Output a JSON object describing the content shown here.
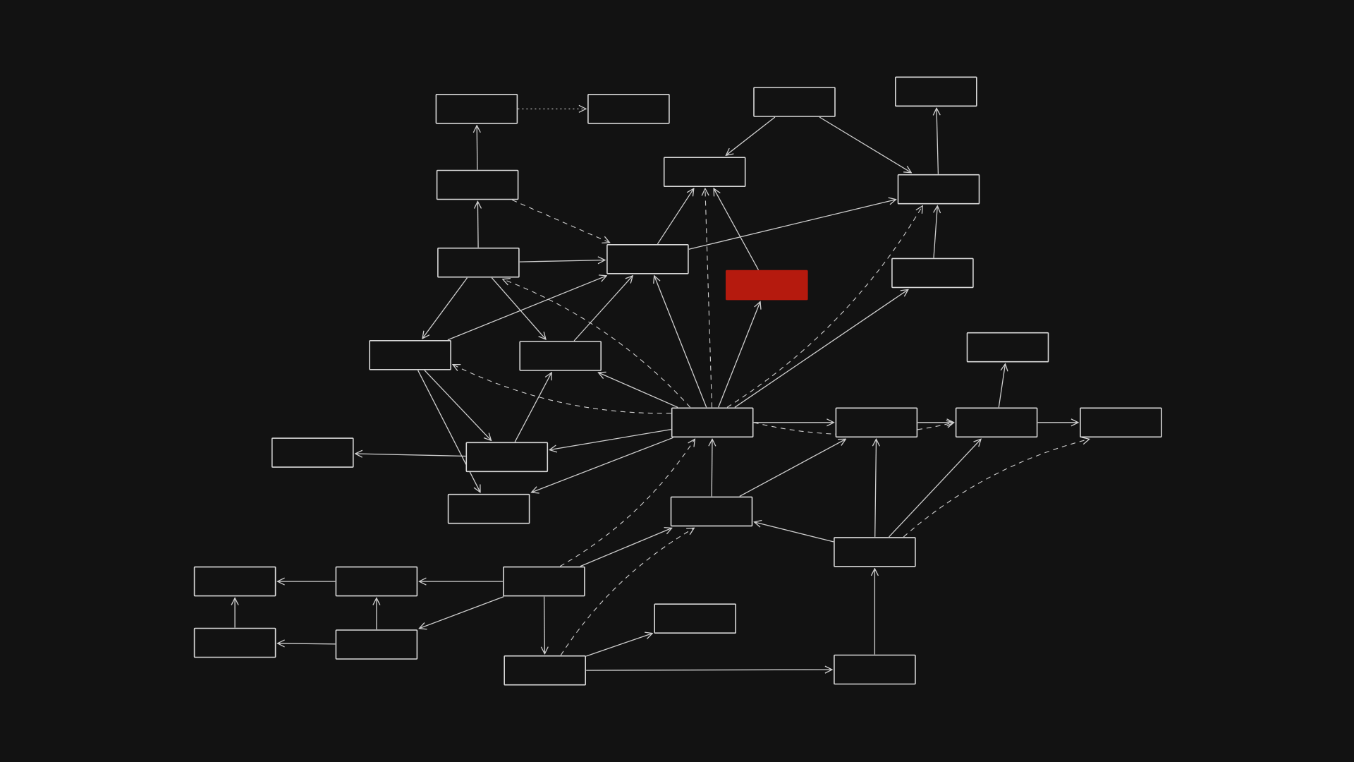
{
  "diagram": {
    "colors": {
      "background": "#121212",
      "stroke": "#d9d9d9",
      "edge": "#cfcfcf",
      "highlight": "#b51a0e"
    },
    "nodes": [
      {
        "id": "n1"
      },
      {
        "id": "n2"
      },
      {
        "id": "n3"
      },
      {
        "id": "n4"
      },
      {
        "id": "n5"
      },
      {
        "id": "n6"
      },
      {
        "id": "n7"
      },
      {
        "id": "n8"
      },
      {
        "id": "n9"
      },
      {
        "id": "n10"
      },
      {
        "id": "n11",
        "highlight": true
      },
      {
        "id": "n12"
      },
      {
        "id": "n13"
      },
      {
        "id": "n14"
      },
      {
        "id": "n15"
      },
      {
        "id": "n16"
      },
      {
        "id": "n17"
      },
      {
        "id": "n18"
      },
      {
        "id": "n19"
      },
      {
        "id": "n20"
      },
      {
        "id": "n21"
      },
      {
        "id": "n22"
      },
      {
        "id": "n23"
      },
      {
        "id": "n24"
      },
      {
        "id": "n25"
      },
      {
        "id": "n26"
      },
      {
        "id": "n27"
      },
      {
        "id": "n28"
      },
      {
        "id": "n29"
      },
      {
        "id": "n30"
      },
      {
        "id": "n31"
      },
      {
        "id": "n32"
      }
    ],
    "edges": [
      {
        "from": "n1",
        "to": "n2",
        "style": "dotted"
      },
      {
        "from": "n5",
        "to": "n1",
        "style": "solid"
      },
      {
        "from": "n8",
        "to": "n5",
        "style": "solid"
      },
      {
        "from": "n5",
        "to": "n9",
        "style": "dashed"
      },
      {
        "from": "n8",
        "to": "n9",
        "style": "solid"
      },
      {
        "from": "n8",
        "to": "n13",
        "style": "solid"
      },
      {
        "from": "n8",
        "to": "n14",
        "style": "solid"
      },
      {
        "from": "n13",
        "to": "n9",
        "style": "solid"
      },
      {
        "from": "n14",
        "to": "n9",
        "style": "solid"
      },
      {
        "from": "n13",
        "to": "n21",
        "style": "solid"
      },
      {
        "from": "n13",
        "to": "n22",
        "style": "solid"
      },
      {
        "from": "n21",
        "to": "n14",
        "style": "solid"
      },
      {
        "from": "n21",
        "to": "n20",
        "style": "solid"
      },
      {
        "from": "n3",
        "to": "n6",
        "style": "solid"
      },
      {
        "from": "n3",
        "to": "n7",
        "style": "solid"
      },
      {
        "from": "n9",
        "to": "n6",
        "style": "solid"
      },
      {
        "from": "n9",
        "to": "n7",
        "style": "solid"
      },
      {
        "from": "n11",
        "to": "n6",
        "style": "solid"
      },
      {
        "from": "n7",
        "to": "n4",
        "style": "solid"
      },
      {
        "from": "n10",
        "to": "n7",
        "style": "solid"
      },
      {
        "from": "n16",
        "to": "n9",
        "style": "solid"
      },
      {
        "from": "n16",
        "to": "n11",
        "style": "solid"
      },
      {
        "from": "n16",
        "to": "n6",
        "style": "dashed"
      },
      {
        "from": "n16",
        "to": "n7",
        "style": "dashed"
      },
      {
        "from": "n16",
        "to": "n10",
        "style": "solid"
      },
      {
        "from": "n16",
        "to": "n8",
        "style": "dashed"
      },
      {
        "from": "n16",
        "to": "n13",
        "style": "dashed"
      },
      {
        "from": "n16",
        "to": "n14",
        "style": "solid"
      },
      {
        "from": "n16",
        "to": "n21",
        "style": "solid"
      },
      {
        "from": "n16",
        "to": "n22",
        "style": "solid"
      },
      {
        "from": "n16",
        "to": "n17",
        "style": "solid"
      },
      {
        "from": "n16",
        "to": "n18",
        "style": "dashed"
      },
      {
        "from": "n17",
        "to": "n18",
        "style": "solid"
      },
      {
        "from": "n18",
        "to": "n19",
        "style": "solid"
      },
      {
        "from": "n18",
        "to": "n15",
        "style": "solid"
      },
      {
        "from": "n23",
        "to": "n16",
        "style": "solid"
      },
      {
        "from": "n23",
        "to": "n17",
        "style": "solid"
      },
      {
        "from": "n24",
        "to": "n17",
        "style": "solid"
      },
      {
        "from": "n24",
        "to": "n23",
        "style": "solid"
      },
      {
        "from": "n24",
        "to": "n18",
        "style": "solid"
      },
      {
        "from": "n24",
        "to": "n19",
        "style": "dashed"
      },
      {
        "from": "n27",
        "to": "n23",
        "style": "solid"
      },
      {
        "from": "n27",
        "to": "n26",
        "style": "solid"
      },
      {
        "from": "n27",
        "to": "n29",
        "style": "solid"
      },
      {
        "from": "n27",
        "to": "n30",
        "style": "solid"
      },
      {
        "from": "n27",
        "to": "n16",
        "style": "dashed"
      },
      {
        "from": "n26",
        "to": "n25",
        "style": "solid"
      },
      {
        "from": "n29",
        "to": "n28",
        "style": "solid"
      },
      {
        "from": "n29",
        "to": "n26",
        "style": "solid"
      },
      {
        "from": "n28",
        "to": "n25",
        "style": "solid"
      },
      {
        "from": "n30",
        "to": "n23",
        "style": "dashed"
      },
      {
        "from": "n30",
        "to": "n31",
        "style": "solid"
      },
      {
        "from": "n30",
        "to": "n32",
        "style": "solid"
      },
      {
        "from": "n32",
        "to": "n24",
        "style": "solid"
      }
    ]
  }
}
